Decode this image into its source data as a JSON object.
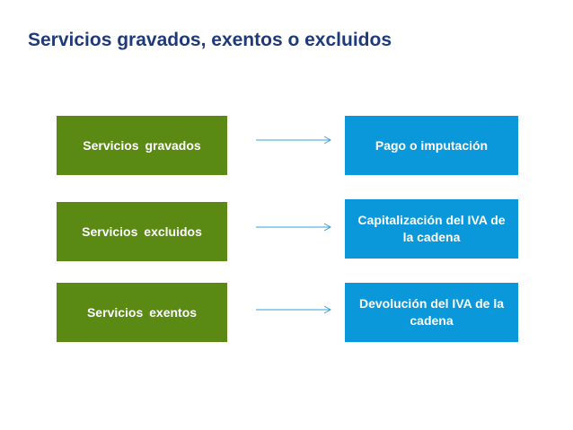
{
  "title": "Servicios gravados, exentos o excluidos",
  "colors": {
    "left_box": "#5a8a13",
    "right_box": "#0a98db",
    "arrow": "#3aa0d6",
    "title": "#1f3a7a"
  },
  "rows": [
    {
      "left": "Servicios gravados",
      "right": "Pago o imputación"
    },
    {
      "left": "Servicios excluidos",
      "right": "Capitalización del IVA de la cadena"
    },
    {
      "left": "Servicios exentos",
      "right": "Devolución del IVA de la cadena"
    }
  ]
}
